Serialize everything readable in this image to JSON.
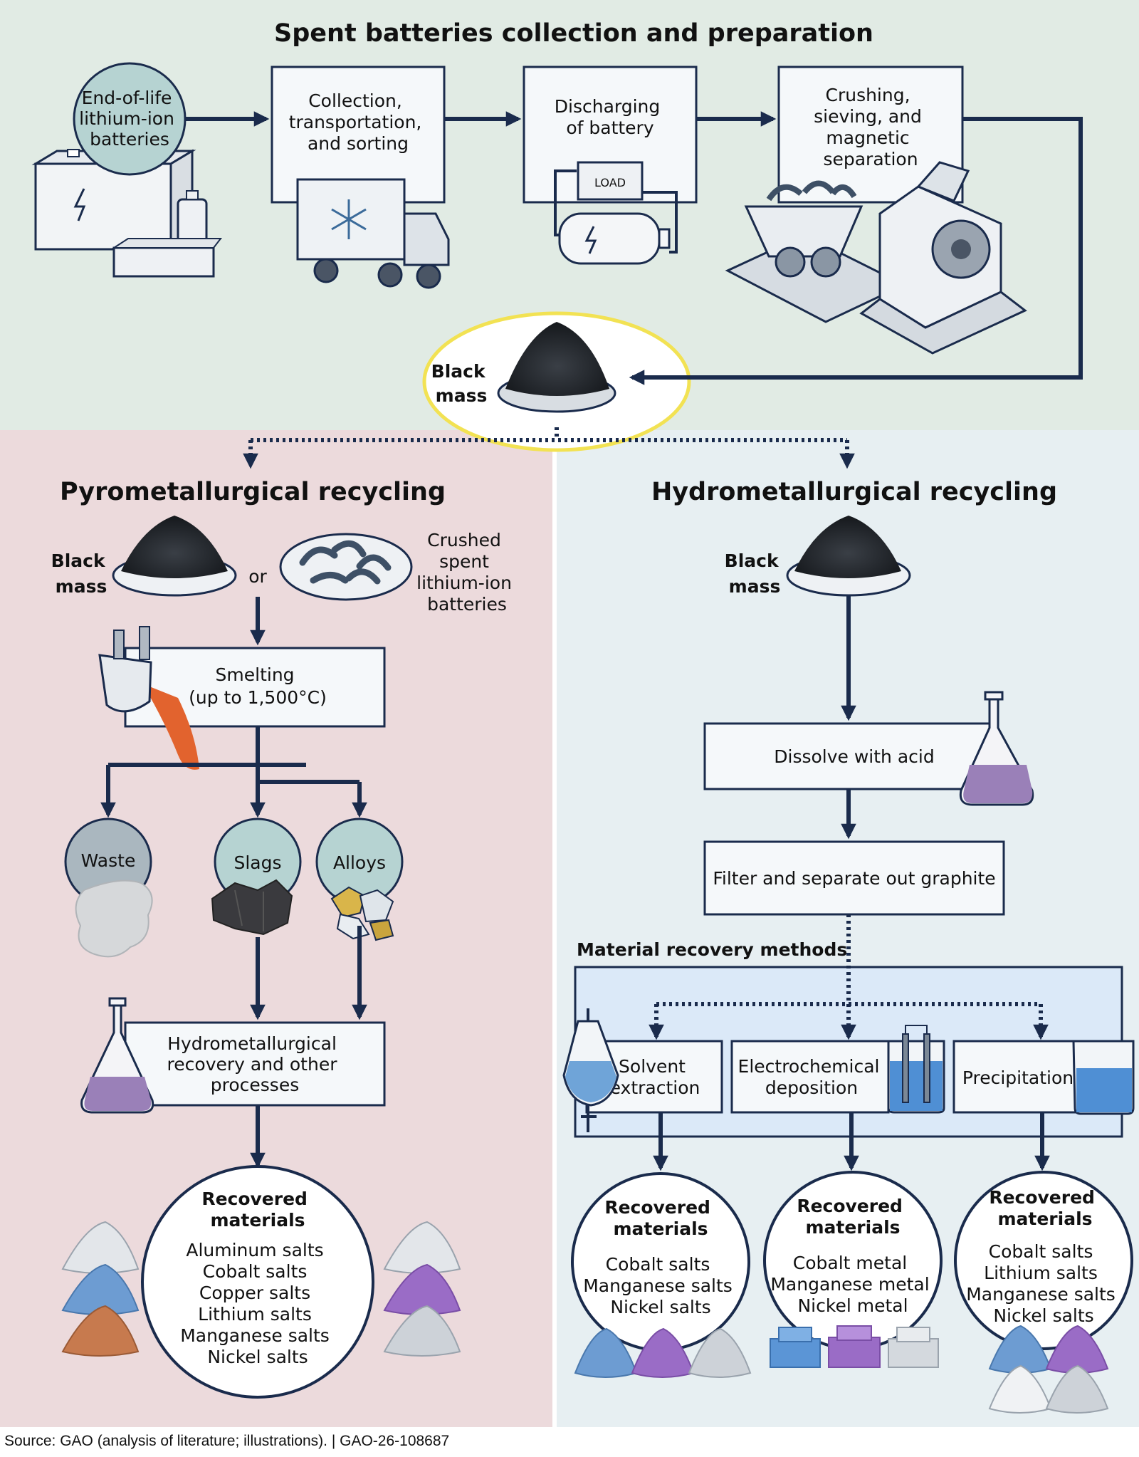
{
  "colors": {
    "top_panel": "#e1ebe4",
    "pyro_panel": "#ecdadc",
    "hydro_panel": "#e7eff2",
    "recovery_panel": "#dbe9f8",
    "line": "#1a2b4c",
    "circle_teal": "#b6d3d2",
    "black_mass_ring": "#f2e253"
  },
  "top": {
    "title": "Spent batteries collection and preparation",
    "end_of_life": [
      "End-of-life",
      "lithium-ion",
      "batteries"
    ],
    "collection": [
      "Collection,",
      "transportation,",
      "and sorting"
    ],
    "discharging": [
      "Discharging",
      "of battery"
    ],
    "load_label": "LOAD",
    "crushing": [
      "Crushing,",
      "sieving, and",
      "magnetic",
      "separation"
    ],
    "black_mass": [
      "Black",
      "mass"
    ]
  },
  "pyro": {
    "title": "Pyrometallurgical recycling",
    "black_mass": [
      "Black",
      "mass"
    ],
    "or": "or",
    "crushed": [
      "Crushed",
      "spent",
      "lithium-ion",
      "batteries"
    ],
    "smelting": [
      "Smelting",
      "(up to 1,500°C)"
    ],
    "waste": "Waste",
    "slags": "Slags",
    "alloys": "Alloys",
    "hydro_recovery": [
      "Hydrometallurgical",
      "recovery and other",
      "processes"
    ],
    "recovered_title": [
      "Recovered",
      "materials"
    ],
    "recovered_items": [
      "Aluminum salts",
      "Cobalt salts",
      "Copper salts",
      "Lithium salts",
      "Manganese salts",
      "Nickel salts"
    ]
  },
  "hydro": {
    "title": "Hydrometallurgical recycling",
    "black_mass": [
      "Black",
      "mass"
    ],
    "dissolve": "Dissolve with acid",
    "filter": "Filter and separate out graphite",
    "methods_title": "Material recovery methods",
    "solvent": [
      "Solvent",
      "extraction"
    ],
    "electro": [
      "Electrochemical",
      "deposition"
    ],
    "precip": "Precipitation",
    "recovered_title": [
      "Recovered",
      "materials"
    ],
    "recovered_1": [
      "Cobalt salts",
      "Manganese salts",
      "Nickel salts"
    ],
    "recovered_2": [
      "Cobalt metal",
      "Manganese metal",
      "Nickel metal"
    ],
    "recovered_3": [
      "Cobalt salts",
      "Lithium salts",
      "Manganese salts",
      "Nickel salts"
    ]
  },
  "source": "Source: GAO (analysis of literature; illustrations).  |  GAO-26-108687"
}
